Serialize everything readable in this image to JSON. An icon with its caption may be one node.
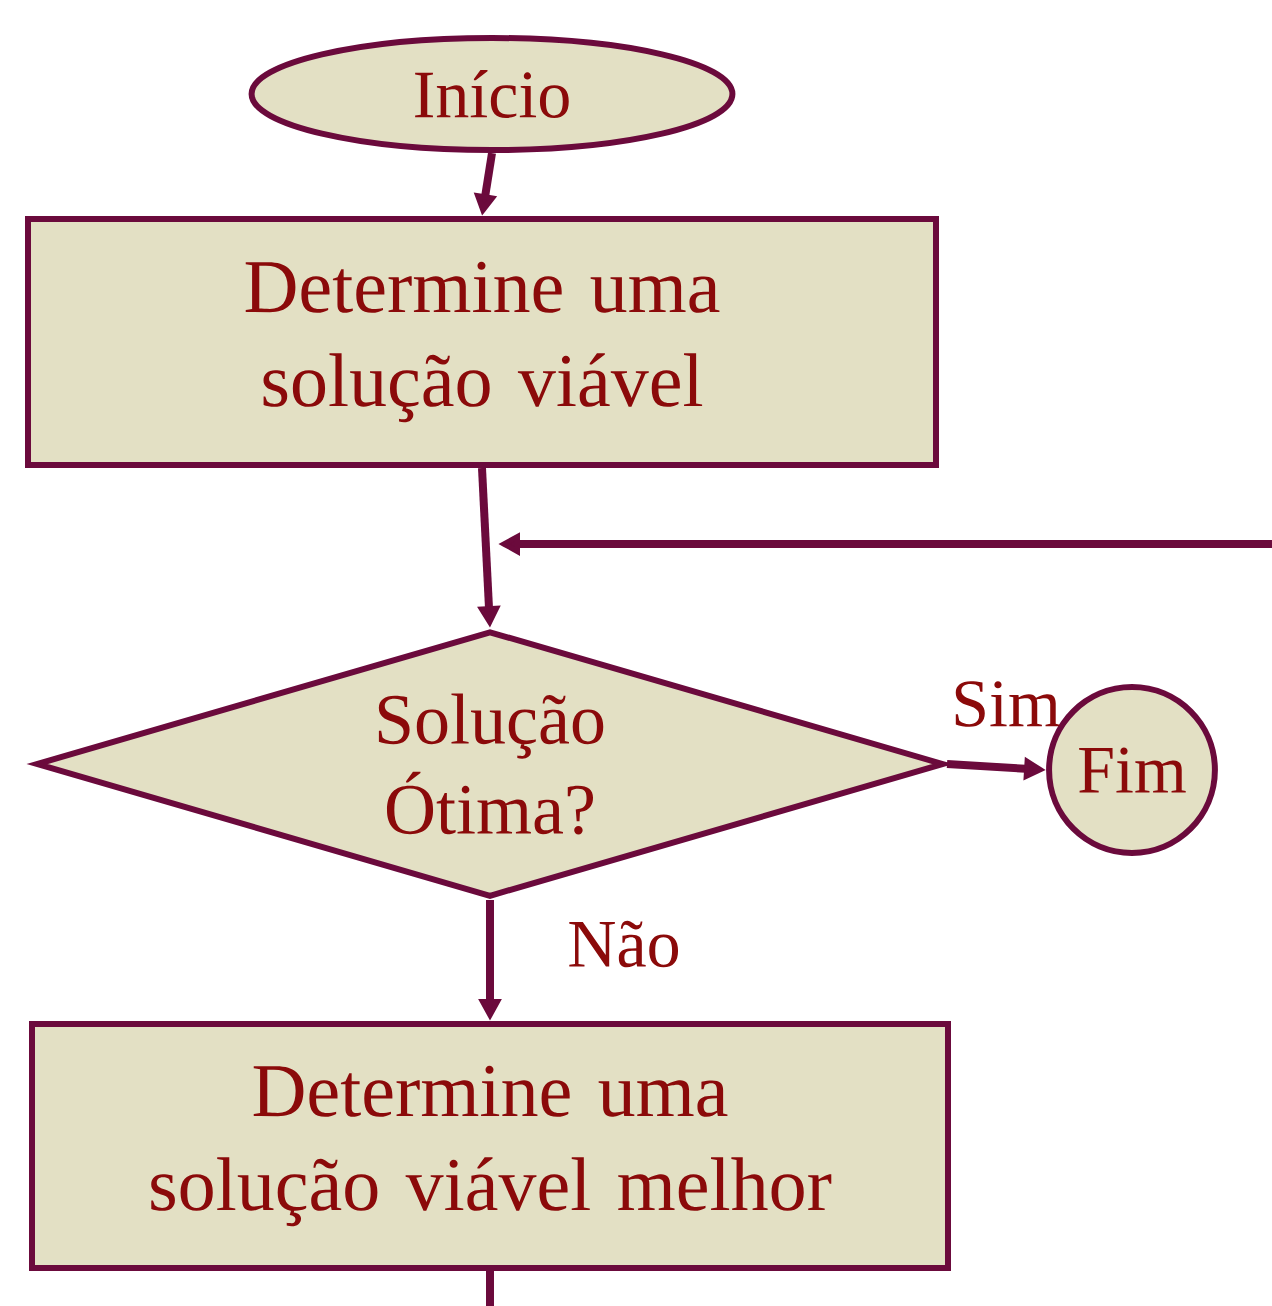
{
  "diagram": {
    "nodes": [
      {
        "text": [
          "Início"
        ]
      },
      {
        "text": [
          "Determine uma solução viável"
        ]
      },
      {
        "text": [
          "Solução Ótima?"
        ]
      },
      {
        "text": [
          "Fim"
        ]
      },
      {
        "text": [
          "Determine uma solução viável melhor"
        ]
      }
    ],
    "edges": [
      {
        "from": 0,
        "to": 1,
        "arrow": "to"
      },
      {
        "from": 1,
        "to": 2,
        "arrow": "to"
      },
      {
        "from": null,
        "to": 2,
        "arrow": "to"
      },
      {
        "from": 2,
        "to": 3,
        "arrow": "to",
        "label": "Sim"
      },
      {
        "from": 2,
        "to": 4,
        "arrow": "to",
        "label": "Não"
      },
      {
        "from": 4,
        "to": null,
        "arrow": "none"
      }
    ]
  }
}
